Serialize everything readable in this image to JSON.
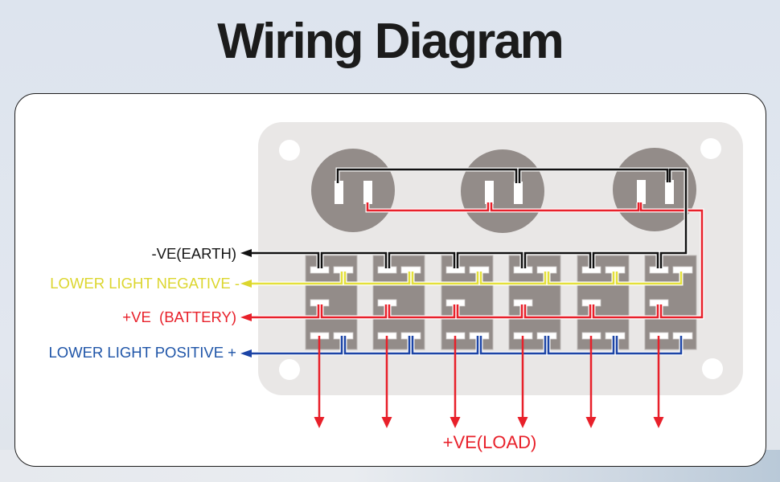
{
  "title": "Wiring Diagram",
  "labels": {
    "earth": {
      "text": "-VE(EARTH)",
      "color": "#151515"
    },
    "lower_light_negative": {
      "text": "LOWER LIGHT NEGATIVE -",
      "color": "#dcd62e"
    },
    "battery": {
      "text": "+VE  (BATTERY)",
      "color": "#e8202a"
    },
    "lower_light_positive": {
      "text": "LOWER LIGHT POSITIVE +",
      "color": "#1f55a8"
    },
    "load": {
      "text": "+VE(LOAD)",
      "color": "#e8202a"
    }
  },
  "wire_colors": {
    "earth": "#111111",
    "lower_light_negative": "#e4e03a",
    "battery": "#e8202a",
    "lower_light_positive": "#1c44a6",
    "load": "#e8202a"
  },
  "panel": {
    "round_sockets": 3,
    "rocker_switches": 6,
    "load_outputs": 6
  }
}
